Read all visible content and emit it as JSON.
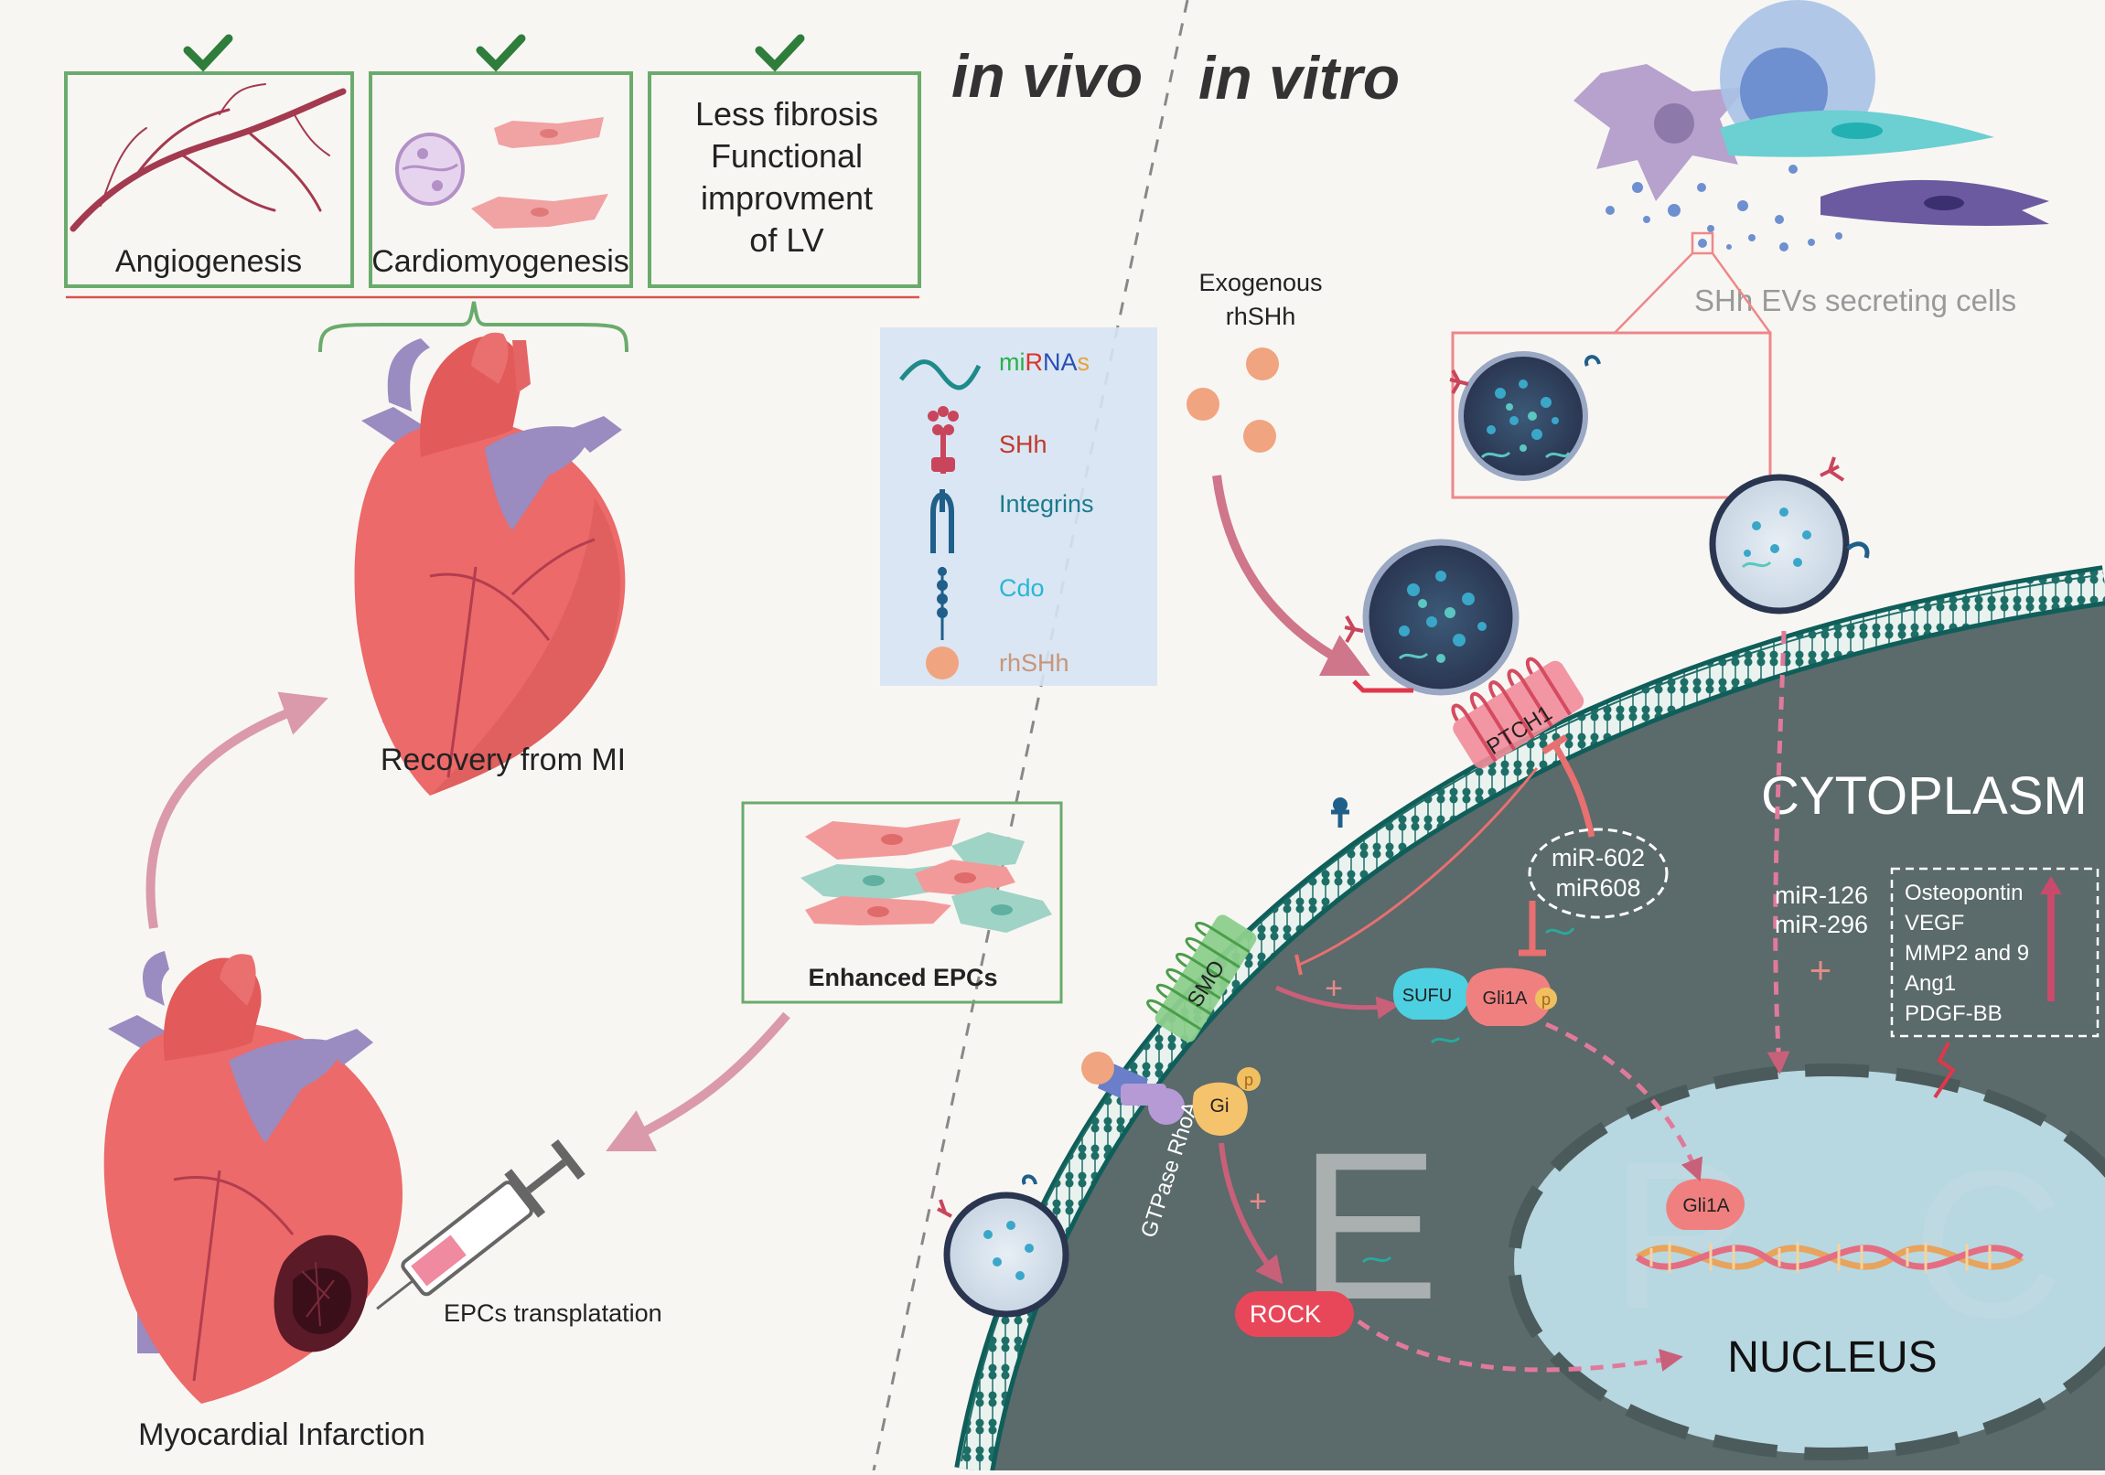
{
  "titles": {
    "in_vivo": "in vivo",
    "in_vitro": "in vitro"
  },
  "outcomes": {
    "angiogenesis": "Angiogenesis",
    "cardiomyogenesis": "Cardiomyogenesis",
    "benefit_lines": [
      "Less fibrosis",
      "Functional",
      "improvment",
      "of  LV"
    ]
  },
  "in_vivo": {
    "recovery": "Recovery from MI",
    "mi": "Myocardial Infarction",
    "transplant": "EPCs transplatation",
    "enhanced_epcs": "Enhanced EPCs"
  },
  "legend": {
    "mirnas": [
      "mi",
      "R",
      "NA",
      "s"
    ],
    "shh": "SHh",
    "integrins": "Integrins",
    "cdo": "Cdo",
    "rhshh": "rhSHh"
  },
  "in_vitro": {
    "exogenous": [
      "Exogenous",
      "rhSHh"
    ],
    "secreting": "SHh EVs secreting cells",
    "cytoplasm": "CYTOPLASM",
    "nucleus": "NUCLEUS",
    "ptch1": "PTCH1",
    "smo": "SMO",
    "sufu": "SUFU",
    "gli1a": "Gli1A",
    "p": "p",
    "gi": "Gi",
    "rock": "ROCK",
    "gtpase": "GTPase RhoA",
    "mir_inhib": [
      "miR-602",
      "miR608"
    ],
    "mir_pos": [
      "miR-126",
      "miR-296"
    ],
    "plus": "+",
    "factors": [
      "Osteopontin",
      "VEGF",
      "MMP2 and 9",
      "Ang1",
      "PDGF-BB"
    ],
    "faint_letters": [
      "E",
      "P",
      "C"
    ]
  },
  "colors": {
    "background": "#f8f6f3",
    "box_green": "#6aab6c",
    "check": "#2f7d3b",
    "underline_red": "#d9534f",
    "cell_dark": "#5b6a6a",
    "membrane": "#0f5e5a",
    "nucleus": "#b7d7e1",
    "arrow_pink": "#c9607a",
    "heart_red": "#ec6a6a",
    "vein_purple": "#9a8bc0",
    "legend_bg": "#d6e4f3",
    "rock_red": "#e8475a",
    "rhshh_orange": "#f0a480"
  }
}
